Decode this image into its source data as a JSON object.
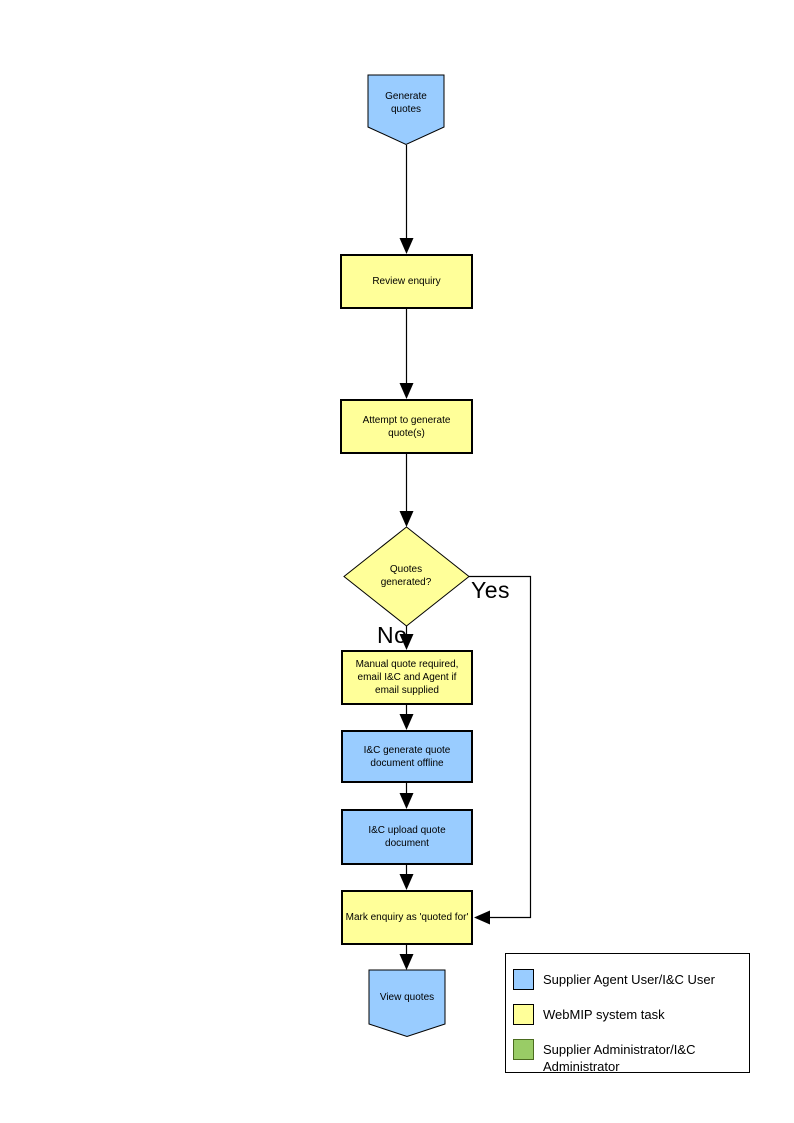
{
  "diagram": {
    "nodes": {
      "start": {
        "label": "Generate quotes",
        "color": "#99CCFF"
      },
      "review": {
        "label": "Review enquiry",
        "color": "#FFFF99"
      },
      "attempt": {
        "label": "Attempt to generate quote(s)",
        "color": "#FFFF99"
      },
      "decision": {
        "label": "Quotes generated?",
        "color": "#FFFF99"
      },
      "manual": {
        "label": "Manual quote required, email I&C and Agent if email supplied",
        "color": "#FFFF99"
      },
      "offline": {
        "label": "I&C generate quote document offline",
        "color": "#99CCFF"
      },
      "upload": {
        "label": "I&C upload quote document",
        "color": "#99CCFF"
      },
      "mark": {
        "label": "Mark enquiry as 'quoted for'",
        "color": "#FFFF99"
      },
      "end": {
        "label": "View quotes",
        "color": "#99CCFF"
      }
    },
    "branches": {
      "yes": "Yes",
      "no": "No"
    }
  },
  "legend": {
    "items": [
      {
        "label": "Supplier Agent User/I&C User",
        "color": "#99CCFF"
      },
      {
        "label": "WebMIP system task",
        "color": "#FFFF99"
      },
      {
        "label": "Supplier Administrator/I&C Administrator",
        "color": "#99CC66"
      }
    ]
  },
  "colors": {
    "line": "#000000",
    "background": "#FFFFFF"
  }
}
